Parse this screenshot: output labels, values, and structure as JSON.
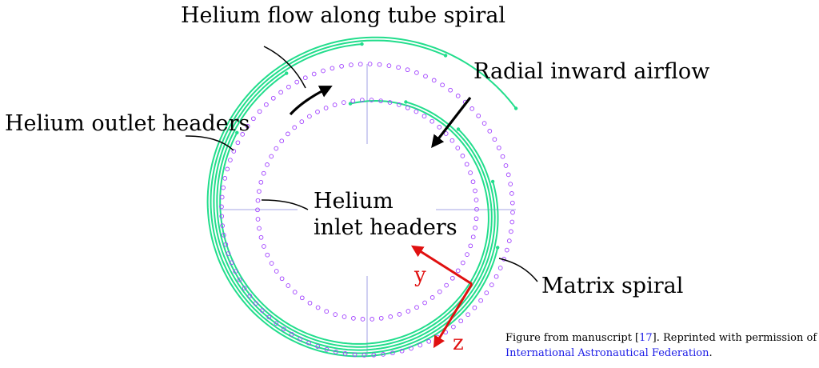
{
  "labels": {
    "helium_flow": "Helium flow along tube spiral",
    "radial_airflow": "Radial inward airflow",
    "outlet_headers": "Helium outlet headers",
    "inlet_headers_line1": "Helium",
    "inlet_headers_line2": "inlet headers",
    "matrix_spiral": "Matrix spiral",
    "axis_y": "y",
    "axis_z": "z"
  },
  "caption": {
    "text_before": "Figure from manuscript [",
    "ref": "17",
    "text_after": "]. Reprinted with permission of the",
    "org": "International Astronautical Federation",
    "end": "."
  },
  "colors": {
    "spiral": "#22dd8c",
    "markers": "#a040ff",
    "crosshair": "#8888dd",
    "axes": "#e01010",
    "link": "#1a1ae6"
  }
}
